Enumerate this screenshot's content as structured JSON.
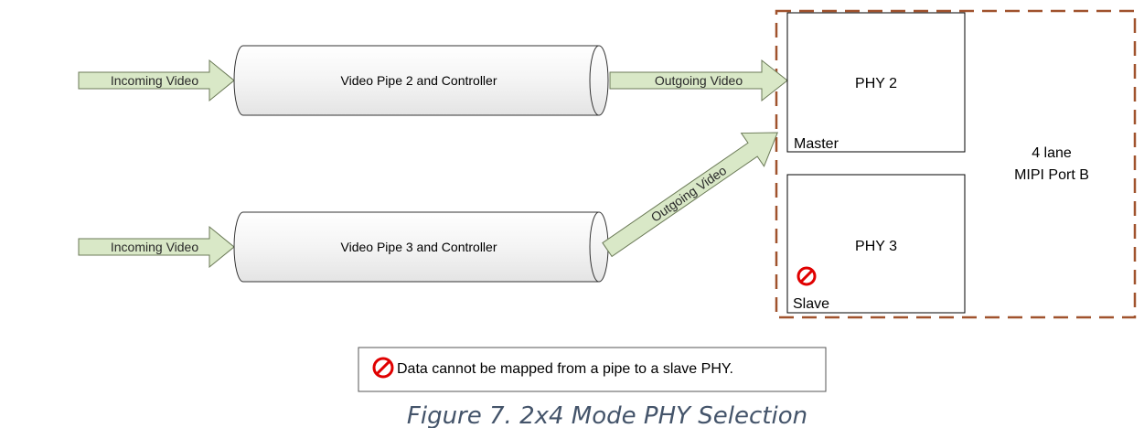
{
  "diagram": {
    "pipes": [
      {
        "label": "Video Pipe 2 and Controller",
        "input_label": "Incoming Video",
        "output_label": "Outgoing Video"
      },
      {
        "label": "Video Pipe 3 and Controller",
        "input_label": "Incoming Video",
        "output_label": "Outgoing Video"
      }
    ],
    "phys": [
      {
        "label": "PHY 2",
        "role": "Master"
      },
      {
        "label": "PHY 3",
        "role": "Slave"
      }
    ],
    "port": {
      "line1": "4 lane",
      "line2": "MIPI Port B"
    },
    "legend": {
      "icon": "prohibited-icon",
      "text": "Data cannot be mapped from a pipe to a slave PHY."
    },
    "caption": "Figure 7. 2x4 Mode PHY Selection",
    "colors": {
      "arrow_fill": "#d9e8c7",
      "arrow_stroke": "#6b7a57",
      "pipe_fill": "#f2f2f2",
      "port_border": "#a0522d",
      "prohibited": "#e00000",
      "caption": "#44546a"
    }
  }
}
